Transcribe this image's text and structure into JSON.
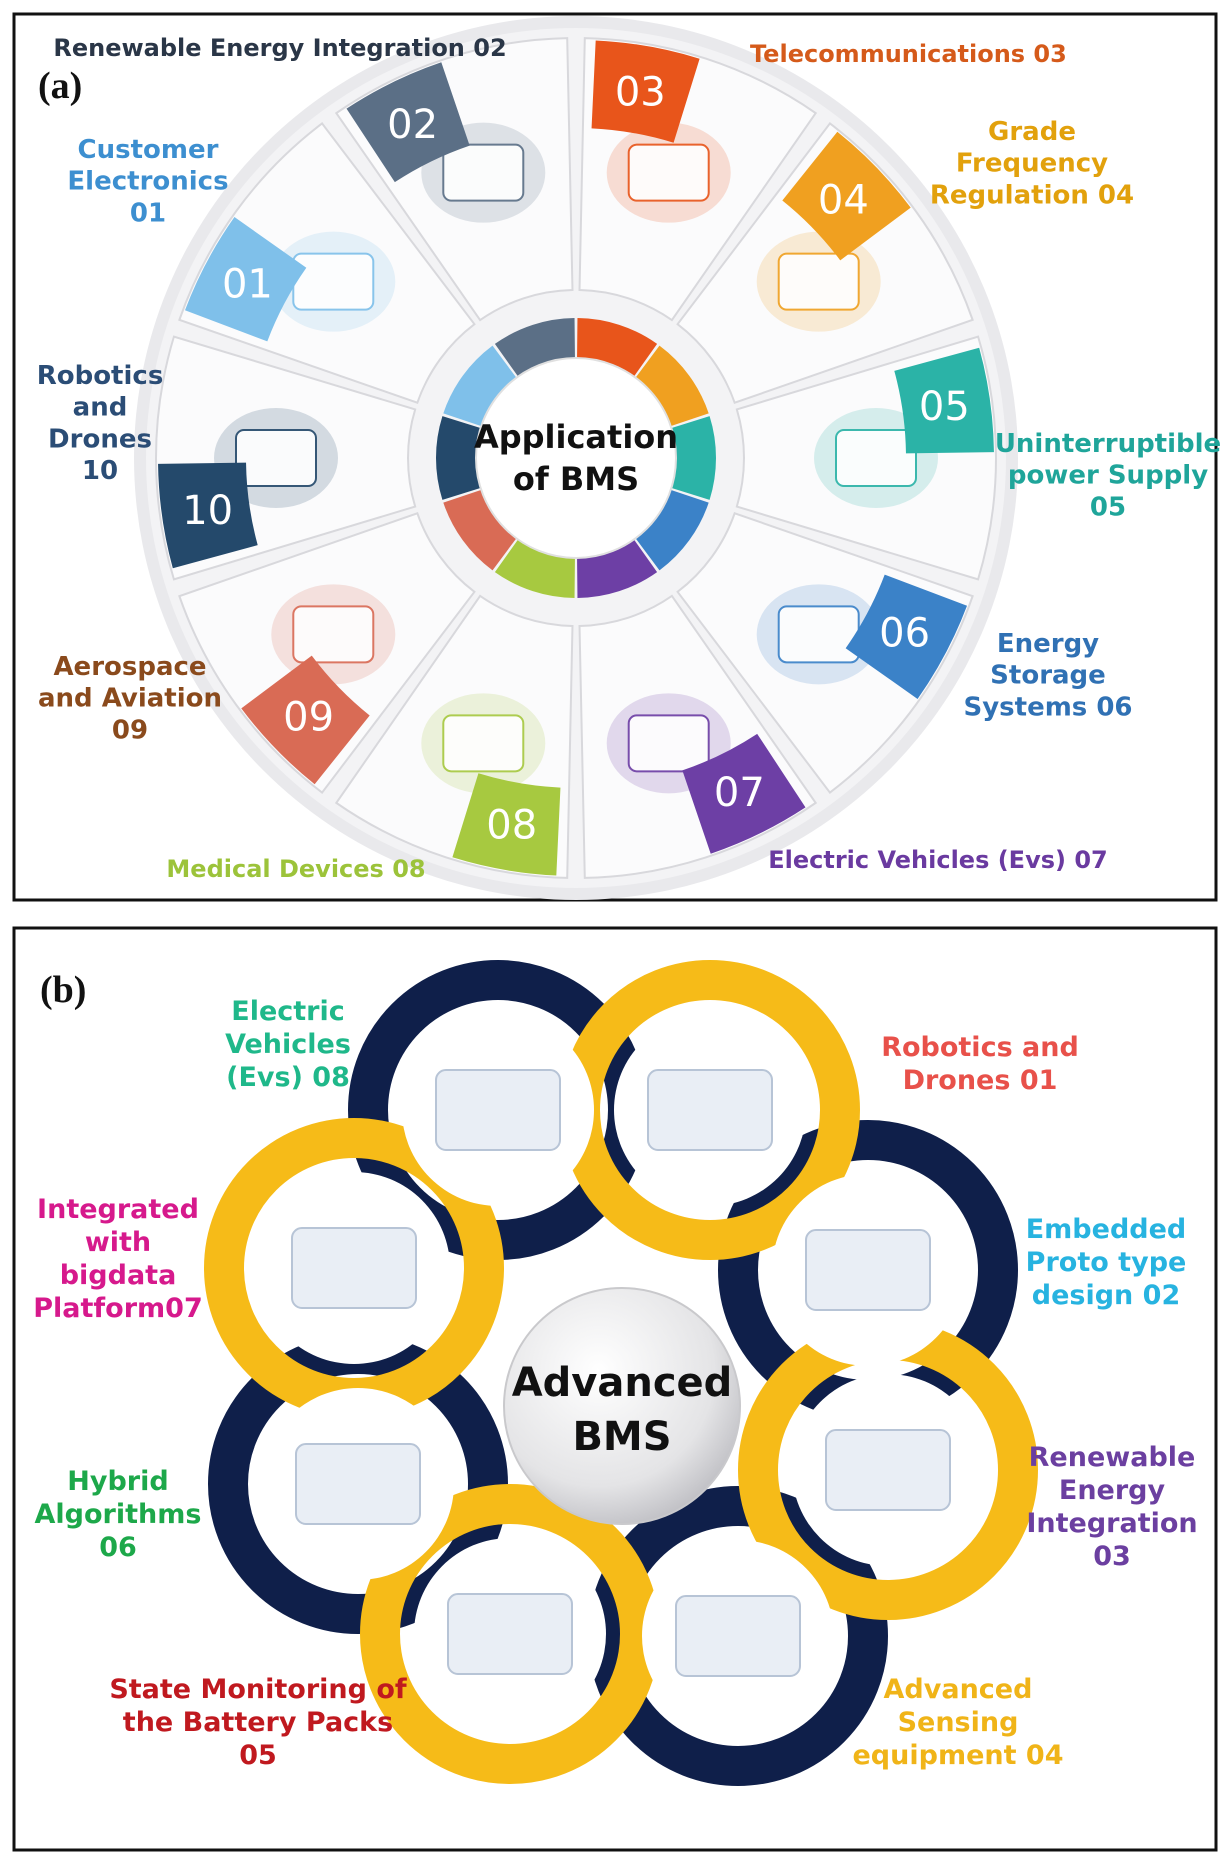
{
  "panel_a": {
    "letter": "(a)",
    "center_line1": "Application",
    "center_line2": "of BMS",
    "segments": [
      {
        "num": "01",
        "color": "#7fc0ea",
        "label": [
          "Customer",
          "Electronics",
          "01"
        ],
        "label_color": "#3d8fd0"
      },
      {
        "num": "02",
        "color": "#5b6f86",
        "label": [
          "Renewable Energy Integration 02"
        ],
        "label_color": "#2a3647"
      },
      {
        "num": "03",
        "color": "#e8551b",
        "label": [
          "Telecommunications 03"
        ],
        "label_color": "#d55a1a"
      },
      {
        "num": "04",
        "color": "#f0a020",
        "label": [
          "Grade",
          "Frequency",
          "Regulation 04"
        ],
        "label_color": "#e2a10c"
      },
      {
        "num": "05",
        "color": "#2bb3a7",
        "label": [
          "Uninterruptible",
          "power Supply",
          "05"
        ],
        "label_color": "#1fa59a"
      },
      {
        "num": "06",
        "color": "#3b82c8",
        "label": [
          "Energy",
          "Storage",
          "Systems 06"
        ],
        "label_color": "#3071b4"
      },
      {
        "num": "07",
        "color": "#6d3fa5",
        "label": [
          "Electric Vehicles (Evs) 07"
        ],
        "label_color": "#6a3aa0"
      },
      {
        "num": "08",
        "color": "#a7c940",
        "label": [
          "Medical Devices 08"
        ],
        "label_color": "#9cc33a"
      },
      {
        "num": "09",
        "color": "#d96b55",
        "label": [
          "Aerospace",
          "and Aviation",
          "09"
        ],
        "label_color": "#8a4a1c"
      },
      {
        "num": "10",
        "color": "#24496b",
        "label": [
          "Robotics",
          "and",
          "Drones",
          "10"
        ],
        "label_color": "#2b4d76"
      }
    ]
  },
  "panel_b": {
    "letter": "(b)",
    "center_line1": "Advanced",
    "center_line2": "BMS",
    "ring_colors": {
      "gold": "#f6bb18",
      "navy": "#0f1f4a"
    },
    "labels": [
      {
        "id": "robotics",
        "lines": [
          "Robotics and",
          "Drones 01"
        ],
        "color": "#e8514a"
      },
      {
        "id": "embedded",
        "lines": [
          "Embedded",
          "Proto type",
          "design 02"
        ],
        "color": "#27b3e0"
      },
      {
        "id": "renewable",
        "lines": [
          "Renewable",
          "Energy",
          "Integration",
          "03"
        ],
        "color": "#6b3fa0"
      },
      {
        "id": "sensing",
        "lines": [
          "Advanced",
          "Sensing",
          "equipment 04"
        ],
        "color": "#f0b418"
      },
      {
        "id": "state",
        "lines": [
          "State Monitoring of",
          "the Battery Packs",
          "05"
        ],
        "color": "#c0191f"
      },
      {
        "id": "hybrid",
        "lines": [
          "Hybrid",
          "Algorithms",
          "06"
        ],
        "color": "#1da84a"
      },
      {
        "id": "bigdata",
        "lines": [
          "Integrated",
          "with",
          "bigdata",
          "Platform07"
        ],
        "color": "#d6198c"
      },
      {
        "id": "ev",
        "lines": [
          "Electric",
          "Vehicles",
          "(Evs) 08"
        ],
        "color": "#1fb88a"
      }
    ]
  }
}
